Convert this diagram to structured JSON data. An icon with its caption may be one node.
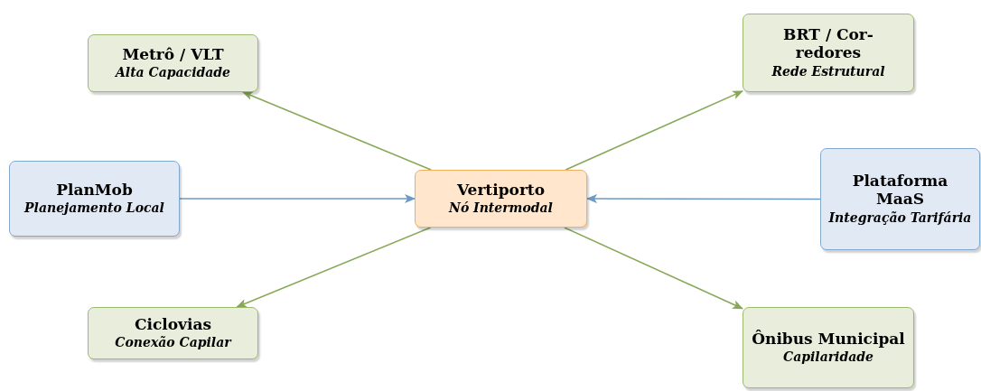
{
  "diagram": {
    "nodes": [
      {
        "text": [
          "Vertiporto",
          "Nó Intermodal"
        ]
      },
      {
        "text": [
          "Metrô / VLT",
          "Alta Capacidade"
        ]
      },
      {
        "text": [
          "BRT / Cor- redores",
          "Rede Estrutural"
        ]
      },
      {
        "text": [
          "PlanMob",
          "Planejamento Local"
        ]
      },
      {
        "text": [
          "Plataforma MaaS",
          "Integração Tarifária"
        ]
      },
      {
        "text": [
          "Ciclovias",
          "Conexão Capilar"
        ]
      },
      {
        "text": [
          "Ônibus Municipal",
          "Capilaridade"
        ]
      }
    ],
    "edges": [
      {
        "from": 0,
        "to": 1,
        "arrow": "to"
      },
      {
        "from": 0,
        "to": 2,
        "arrow": "to"
      },
      {
        "from": 3,
        "to": 0,
        "arrow": "to",
        "color": "#6c9ac4"
      },
      {
        "from": 4,
        "to": 0,
        "arrow": "to",
        "color": "#6c9ac4"
      },
      {
        "from": 0,
        "to": 5,
        "arrow": "to"
      },
      {
        "from": 0,
        "to": 6,
        "arrow": "to"
      }
    ]
  }
}
